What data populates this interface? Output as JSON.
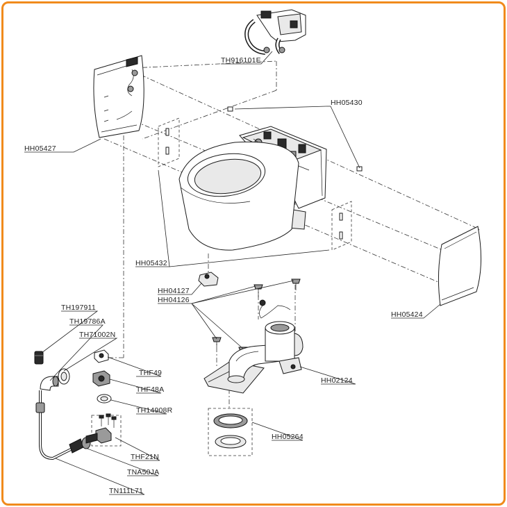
{
  "border_color": "#f08a1c",
  "parts": {
    "th916101e": "TH916101E",
    "hh05430": "HH05430",
    "hh05427": "HH05427",
    "hh05432": "HH05432",
    "hh04127": "HH04127",
    "hh04126": "HH04126",
    "hh05424": "HH05424",
    "th197911": "TH197911",
    "th19786a": "TH19786A",
    "th71002n": "TH71002N",
    "thf49": "THF49",
    "thf48a": "THF48A",
    "th14908r": "TH14908R",
    "hh02124": "HH02124",
    "hh05264": "HH05264",
    "thf21n": "THF21N",
    "tna50ja": "TNA50JA",
    "tn111l71": "TN111L71"
  }
}
